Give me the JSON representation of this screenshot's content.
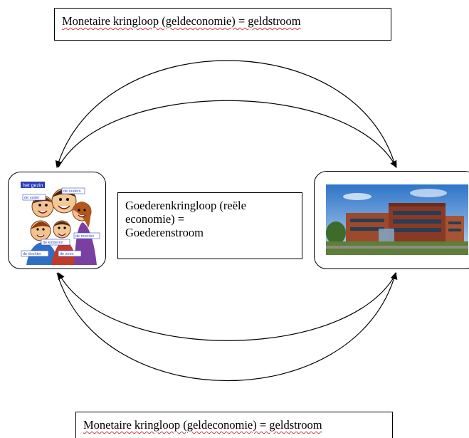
{
  "top_box": {
    "text": "Monetaire kringloop (geldeconomie) = geldstroom"
  },
  "middle_box": {
    "lines": [
      "Goederenkringloop (reële",
      "economie) =",
      "Goederenstroom"
    ]
  },
  "bottom_box": {
    "text": "Monetaire kringloop (geldeconomie) = geldstroom"
  },
  "family_picture": {
    "labels": {
      "het_gezin": "het gezin",
      "de_ouders": "de ouders",
      "de_vader": "de vader",
      "de_kinderen": "de kinderen",
      "de_moeder": "de moeder",
      "de_dochter": "de dochter",
      "de_zoon": "de zoon"
    }
  },
  "colors": {
    "label_blue": "#3a4fcf",
    "label_banner": "#2b3db8",
    "building_brick": "#8a3a24",
    "sky": "#4a8fd6",
    "spellcheck_red": "#d23a3a"
  }
}
